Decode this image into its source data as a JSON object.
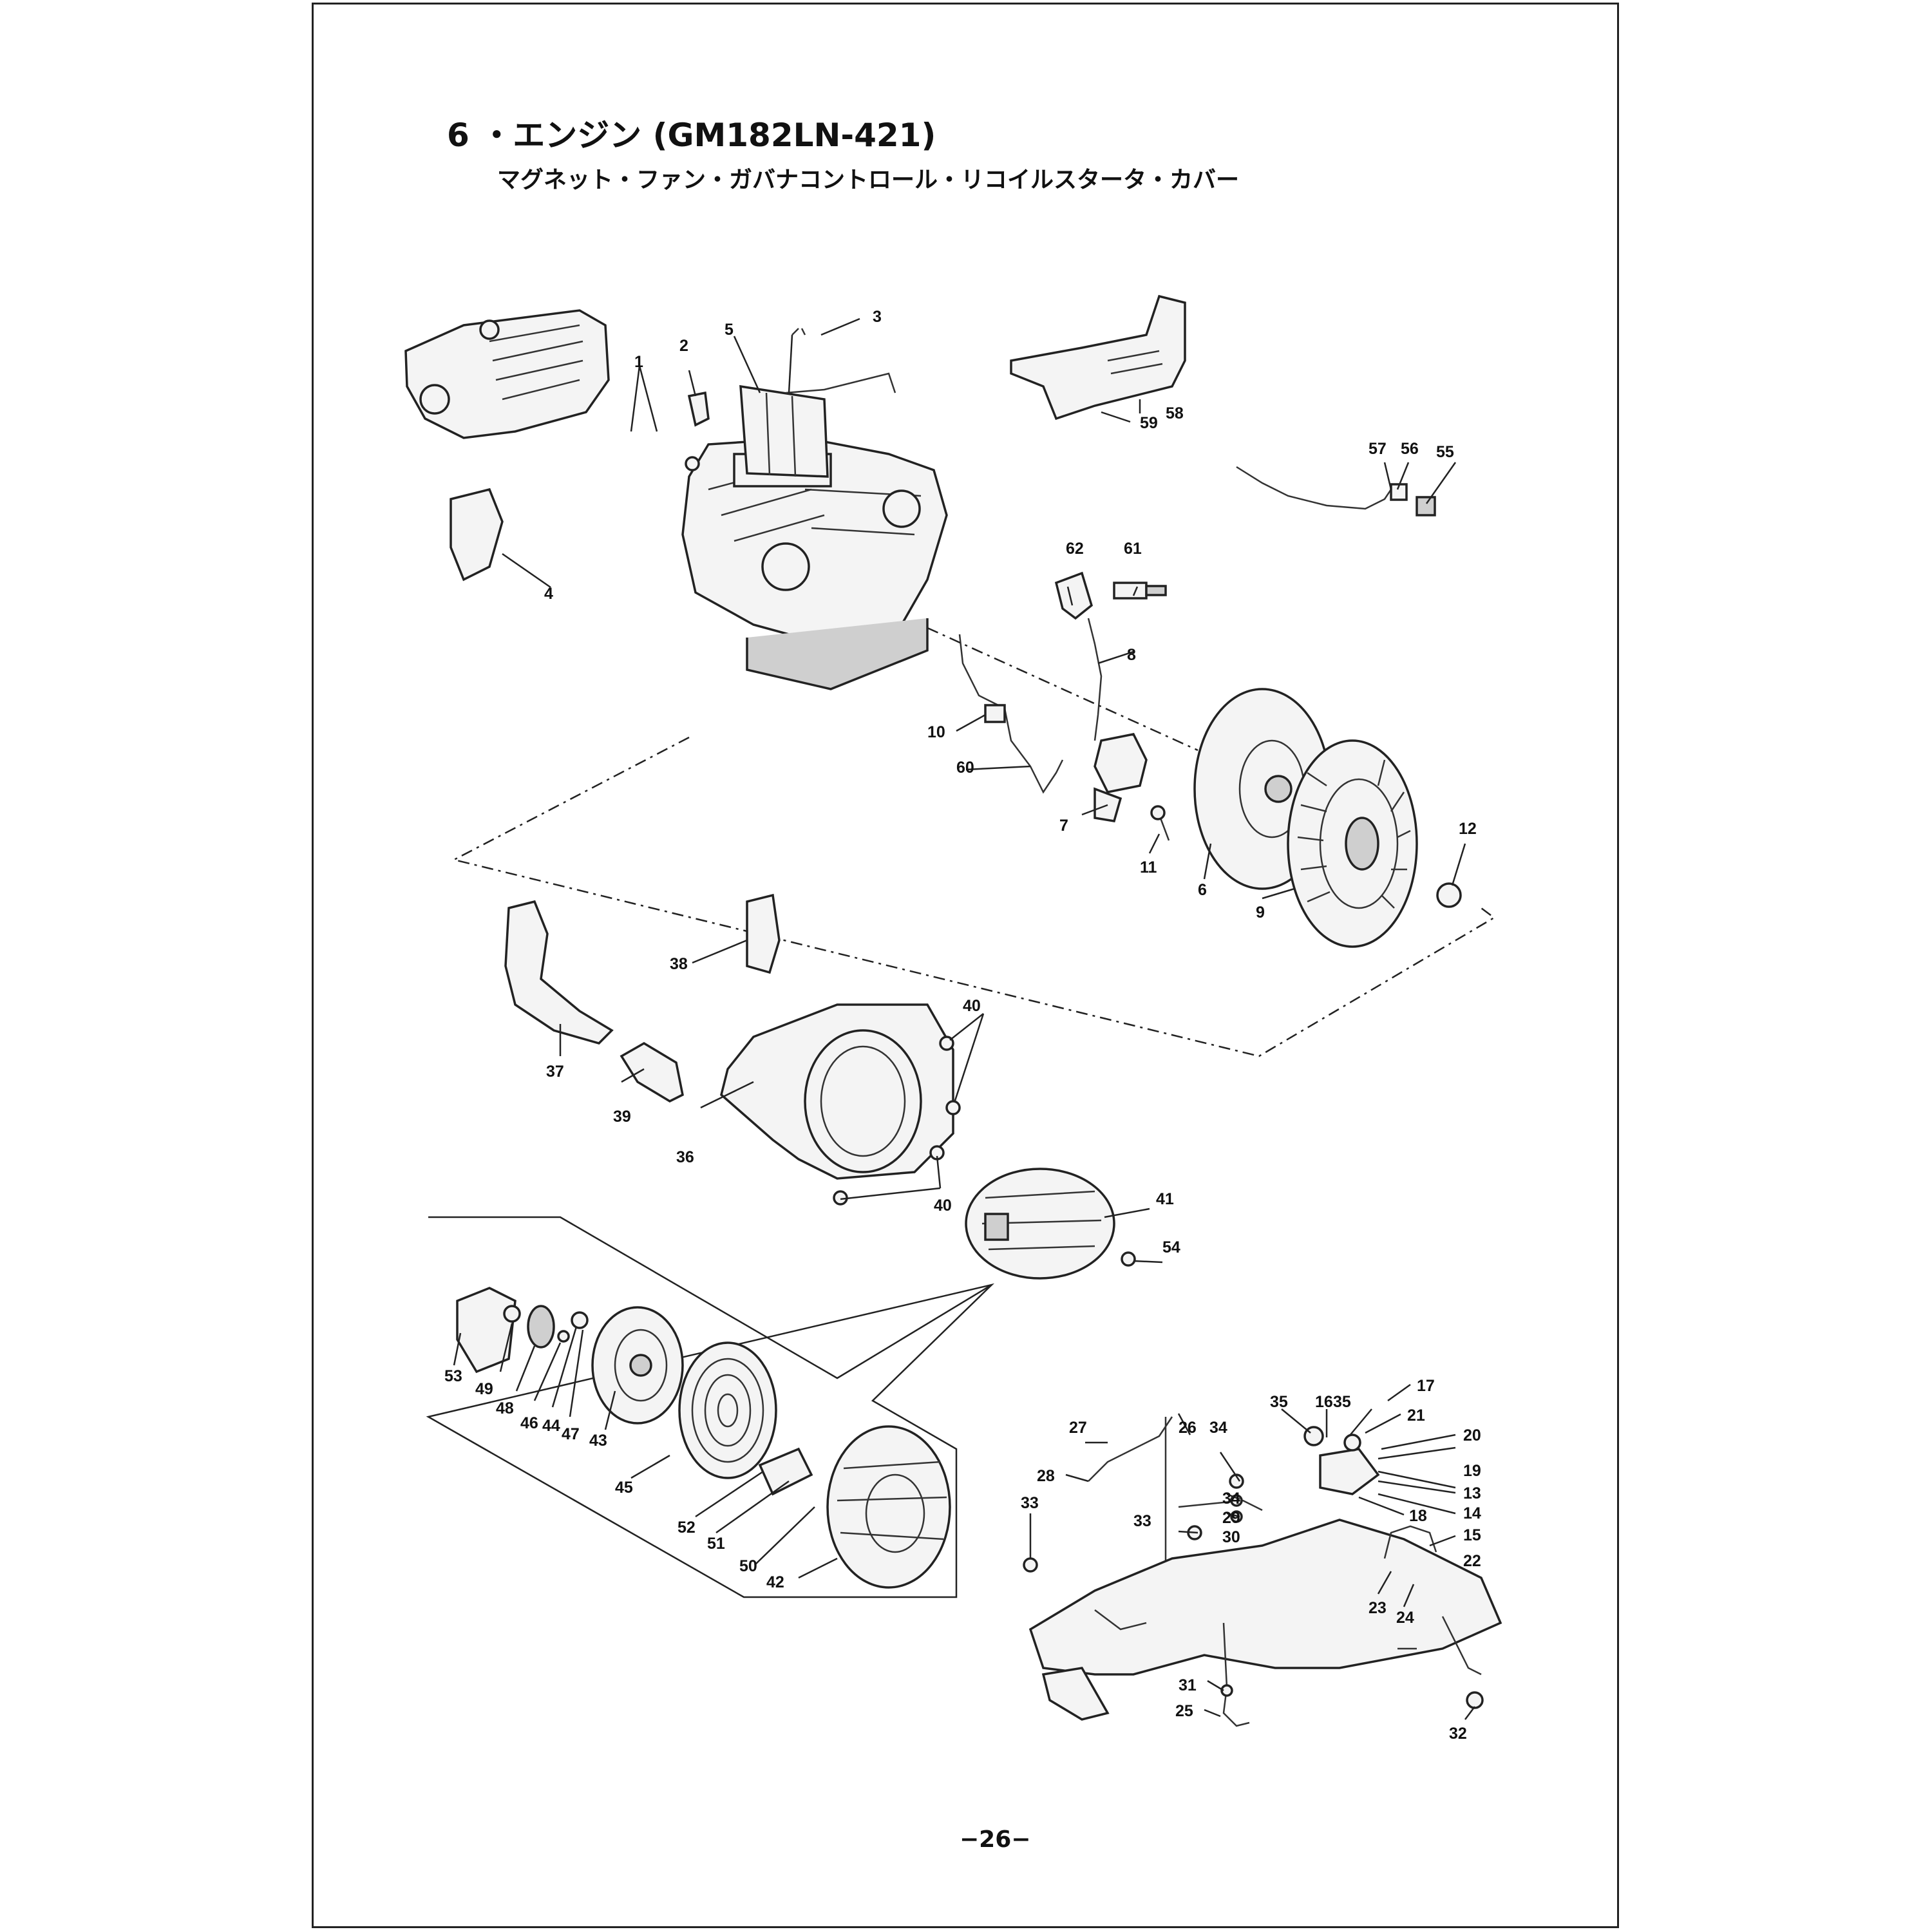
{
  "header": {
    "title": "6 ・エンジン (GM182LN-421)",
    "subtitle": "マグネット・ファン・ガバナコントロール・リコイルスタータ・カバー"
  },
  "footer": {
    "page_number": "−26−"
  },
  "callouts": {
    "c1": "1",
    "c2": "2",
    "c3": "3",
    "c4": "4",
    "c5": "5",
    "c6": "6",
    "c7": "7",
    "c8": "8",
    "c9": "9",
    "c10": "10",
    "c11": "11",
    "c12": "12",
    "c13": "13",
    "c14": "14",
    "c15": "15",
    "c16": "16",
    "c17": "17",
    "c18": "18",
    "c19": "19",
    "c20": "20",
    "c21": "21",
    "c22": "22",
    "c23": "23",
    "c24": "24",
    "c25": "25",
    "c26": "26",
    "c27": "27",
    "c28": "28",
    "c29": "29",
    "c30": "30",
    "c31": "31",
    "c32": "32",
    "c33": "33",
    "c34": "34",
    "c35": "35",
    "c36": "36",
    "c37": "37",
    "c38": "38",
    "c39": "39",
    "c40": "40",
    "c41": "41",
    "c42": "42",
    "c43": "43",
    "c44": "44",
    "c45": "45",
    "c46": "46",
    "c47": "47",
    "c48": "48",
    "c49": "49",
    "c50": "50",
    "c51": "51",
    "c52": "52",
    "c53": "53",
    "c54": "54",
    "c55": "55",
    "c56": "56",
    "c57": "57",
    "c58": "58",
    "c59": "59",
    "c60": "60",
    "c61": "61",
    "c62": "62"
  }
}
